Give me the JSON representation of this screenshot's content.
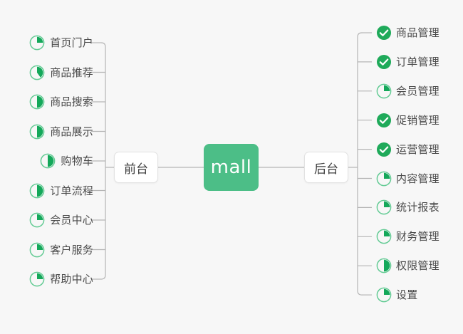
{
  "diagram": {
    "type": "mindmap",
    "title_node": "mall",
    "background_color": "#f7f7f7",
    "accent_color": "#4cbe87",
    "line_color": "#b5b5b5",
    "text_color": "#4a4a4a"
  },
  "root": {
    "label": "mall"
  },
  "branches": [
    {
      "key": "front",
      "label": "前台",
      "side": "left"
    },
    {
      "key": "back",
      "label": "后台",
      "side": "right"
    }
  ],
  "left_items": [
    {
      "label": "首页门户",
      "icon": "pie-progress-icon",
      "progress": 25,
      "status": "in-progress"
    },
    {
      "label": "商品推荐",
      "icon": "pie-progress-icon",
      "progress": 40,
      "status": "in-progress"
    },
    {
      "label": "商品搜索",
      "icon": "pie-progress-icon",
      "progress": 50,
      "status": "in-progress"
    },
    {
      "label": "商品展示",
      "icon": "pie-progress-icon",
      "progress": 50,
      "status": "in-progress"
    },
    {
      "label": "购物车",
      "icon": "pie-progress-icon",
      "progress": 50,
      "status": "in-progress"
    },
    {
      "label": "订单流程",
      "icon": "pie-progress-icon",
      "progress": 50,
      "status": "in-progress"
    },
    {
      "label": "会员中心",
      "icon": "pie-progress-icon",
      "progress": 25,
      "status": "in-progress"
    },
    {
      "label": "客户服务",
      "icon": "pie-progress-icon",
      "progress": 25,
      "status": "in-progress"
    },
    {
      "label": "帮助中心",
      "icon": "pie-progress-icon",
      "progress": 25,
      "status": "in-progress"
    }
  ],
  "right_items": [
    {
      "label": "商品管理",
      "icon": "check-circle-icon",
      "progress": 100,
      "status": "done"
    },
    {
      "label": "订单管理",
      "icon": "check-circle-icon",
      "progress": 100,
      "status": "done"
    },
    {
      "label": "会员管理",
      "icon": "pie-progress-icon",
      "progress": 25,
      "status": "in-progress"
    },
    {
      "label": "促销管理",
      "icon": "check-circle-icon",
      "progress": 100,
      "status": "done"
    },
    {
      "label": "运营管理",
      "icon": "check-circle-icon",
      "progress": 100,
      "status": "done"
    },
    {
      "label": "内容管理",
      "icon": "pie-progress-icon",
      "progress": 25,
      "status": "in-progress"
    },
    {
      "label": "统计报表",
      "icon": "pie-progress-icon",
      "progress": 25,
      "status": "in-progress"
    },
    {
      "label": "财务管理",
      "icon": "pie-progress-icon",
      "progress": 25,
      "status": "in-progress"
    },
    {
      "label": "权限管理",
      "icon": "pie-progress-icon",
      "progress": 50,
      "status": "in-progress"
    },
    {
      "label": "设置",
      "icon": "pie-progress-icon",
      "progress": 25,
      "status": "in-progress"
    }
  ]
}
